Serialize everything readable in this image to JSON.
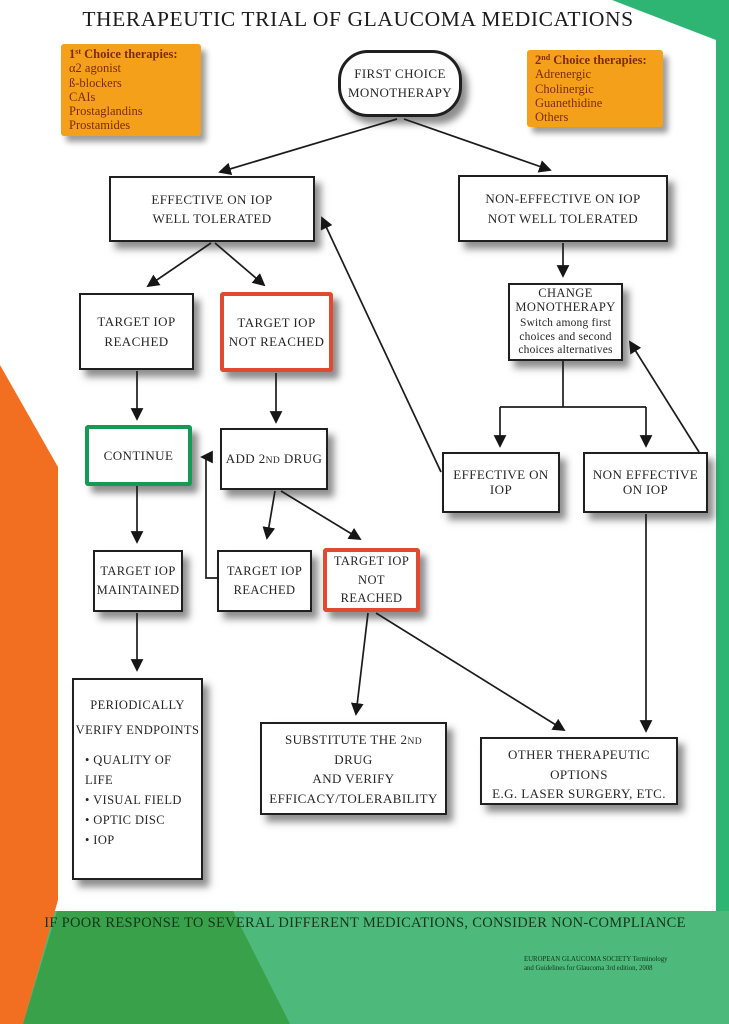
{
  "title": "THERAPEUTIC TRIAL OF GLAUCOMA MEDICATIONS",
  "legend_first": {
    "num": "1",
    "sup": "st",
    "rest": " Choice therapies:",
    "items": [
      "α2 agonist",
      "ß-blockers",
      "CAIs",
      "Prostaglandins",
      "Prostamides"
    ]
  },
  "legend_second": {
    "num": "2",
    "sup": "nd",
    "rest": " Choice therapies:",
    "items": [
      "Adrenergic",
      "Cholinergic",
      "Guanethidine",
      "Others"
    ]
  },
  "nodes": {
    "first_choice": {
      "line1": "FIRST CHOICE",
      "line2": "MONOTHERAPY"
    },
    "effective": {
      "line1": "EFFECTIVE ON IOP",
      "line2": "WELL TOLERATED"
    },
    "non_effective": {
      "line1": "NON-EFFECTIVE ON IOP",
      "line2": "NOT WELL TOLERATED"
    },
    "target_reached_1": {
      "line1": "TARGET IOP",
      "line2": "REACHED"
    },
    "target_not_reached_1": {
      "line1": "TARGET IOP",
      "line2": "NOT REACHED"
    },
    "change_monotherapy": {
      "line1": "CHANGE",
      "line2": "MONOTHERAPY",
      "sub1": "Switch among first",
      "sub2": "choices and second",
      "sub3": "choices alternatives"
    },
    "continue": {
      "label": "CONTINUE"
    },
    "add_second_drug": {
      "pre": "ADD 2",
      "ord": "ND",
      "post": " DRUG"
    },
    "effective_iop": {
      "line1": "EFFECTIVE ON",
      "line2": "IOP"
    },
    "non_effective_iop": {
      "line1": "NON EFFECTIVE",
      "line2": "ON IOP"
    },
    "target_maintained": {
      "line1": "TARGET IOP",
      "line2": "MAINTAINED"
    },
    "target_reached_2": {
      "line1": "TARGET IOP",
      "line2": "REACHED"
    },
    "target_not_reached_2": {
      "line1": "TARGET IOP",
      "line2": "NOT REACHED"
    },
    "periodically": {
      "line1": "PERIODICALLY",
      "line2": "VERIFY ENDPOINTS",
      "bullets": [
        "• QUALITY OF LIFE",
        "• VISUAL FIELD",
        "• OPTIC DISC",
        "• IOP"
      ]
    },
    "substitute": {
      "pre": "SUBSTITUTE THE 2",
      "ord": "ND",
      "post": " DRUG",
      "line2": "AND VERIFY",
      "line3": "EFFICACY/TOLERABILITY"
    },
    "other_options": {
      "line1": "OTHER THERAPEUTIC OPTIONS",
      "line2": "E.G. LASER SURGERY, ETC."
    }
  },
  "footer": {
    "note": "IF POOR RESPONSE TO SEVERAL DIFFERENT MEDICATIONS, CONSIDER NON-COMPLIANCE",
    "credit_line1": "EUROPEAN GLAUCOMA SOCIETY Terminology",
    "credit_line2": "and Guidelines for Glaucoma 3rd edition, 2008"
  },
  "colors": {
    "legend_fill": "#F5A01B",
    "legend_text": "#7c2d00",
    "background_orange": "#F26F21",
    "background_green_top": "#2EB573",
    "background_green_band": "#4DBA7C",
    "background_green_dark": "#3AA14B",
    "node_border": "#1f1f1f",
    "alert_red_border": "#E04A31",
    "continue_green_border": "#149A52"
  }
}
